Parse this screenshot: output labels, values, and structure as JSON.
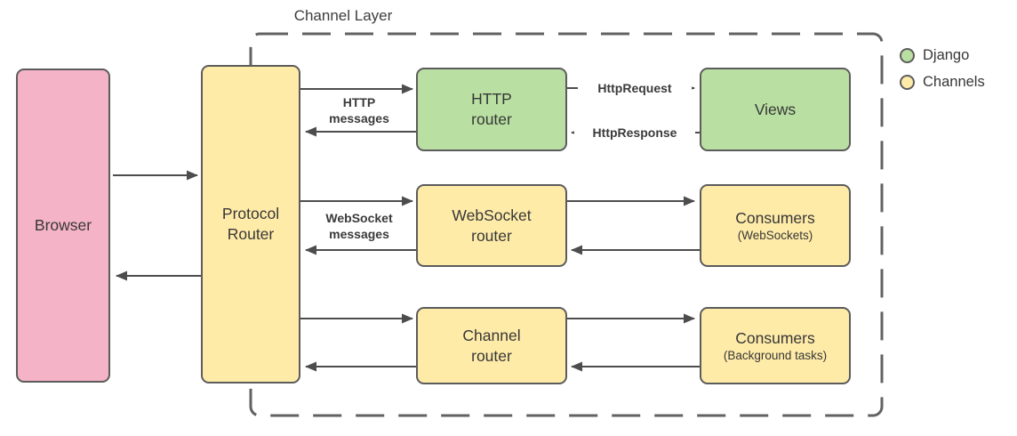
{
  "title": "Channel Layer",
  "legend": {
    "items": [
      {
        "label": "Django"
      },
      {
        "label": "Channels"
      }
    ]
  },
  "nodes": {
    "browser": {
      "label": "Browser"
    },
    "protocol_router": {
      "label": "Protocol\nRouter"
    },
    "http_router": {
      "label": "HTTP\nrouter"
    },
    "views": {
      "label": "Views"
    },
    "websocket_router": {
      "label": "WebSocket\nrouter"
    },
    "consumers_websockets": {
      "label": "Consumers",
      "sublabel": "(WebSockets)"
    },
    "channel_router": {
      "label": "Channel\nrouter"
    },
    "consumers_background": {
      "label": "Consumers",
      "sublabel": "(Background tasks)"
    }
  },
  "edge_labels": {
    "http_messages": "HTTP\nmessages",
    "websocket_messages": "WebSocket\nmessages",
    "http_request": "HttpRequest",
    "http_response": "HttpResponse"
  },
  "colors": {
    "django_green": "#b9e0a2",
    "channels_yellow": "#ffeba8",
    "browser_pink": "#f4b3c6",
    "stroke_gray": "#5c5c5c",
    "arrow_gray": "#4d4d4d",
    "text_dark": "#3a3a3a"
  }
}
